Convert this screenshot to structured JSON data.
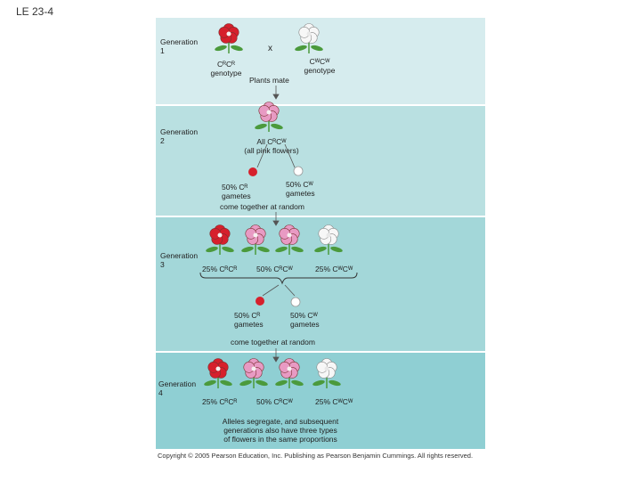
{
  "slide_title": "LE 23-4",
  "colors": {
    "red": "#d6202c",
    "pink": "#e89ac3",
    "white": "#f7f7f7",
    "leaf": "#4b9a3c"
  },
  "gen1": {
    "label": "Generation\n1",
    "cross_symbol": "x",
    "red_genotype": "CᴿCᴿ\ngenotype",
    "white_genotype": "CᵂCᵂ\ngenotype",
    "plants_mate": "Plants mate"
  },
  "gen2": {
    "label": "Generation\n2",
    "offspring": "All CᴿCᵂ\n(all pink flowers)",
    "gamete_red": "50% Cᴿ\ngametes",
    "gamete_white": "50% Cᵂ\ngametes",
    "random": "come together at random"
  },
  "gen3": {
    "label": "Generation\n3",
    "pct_red": "25% CᴿCᴿ",
    "pct_pink": "50% CᴿCᵂ",
    "pct_white": "25% CᵂCᵂ",
    "gamete_red": "50% Cᴿ\ngametes",
    "gamete_white": "50% Cᵂ\ngametes",
    "random": "come together at random"
  },
  "gen4": {
    "label": "Generation\n4",
    "pct_red": "25% CᴿCᴿ",
    "pct_pink": "50% CᴿCᵂ",
    "pct_white": "25% CᵂCᵂ",
    "note": "Alleles segregate, and subsequent\ngenerations also have three types\nof flowers in the same proportions"
  },
  "copyright": "Copyright © 2005 Pearson Education, Inc. Publishing as Pearson Benjamin Cummings. All rights reserved."
}
